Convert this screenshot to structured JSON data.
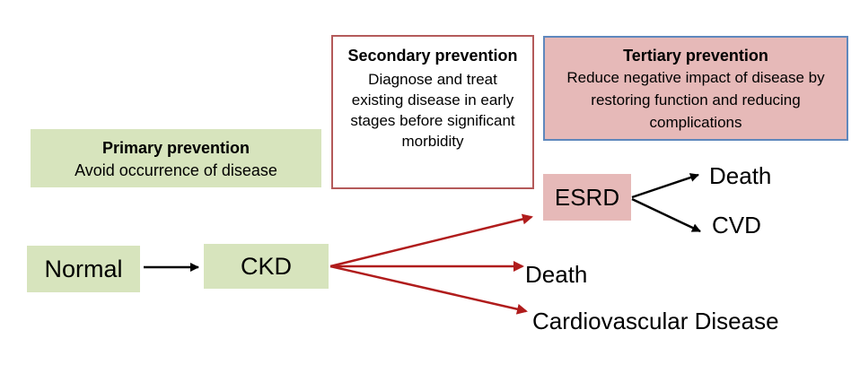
{
  "primary": {
    "title": "Primary prevention",
    "body": "Avoid occurrence of disease"
  },
  "secondary": {
    "title": "Secondary prevention",
    "body": "Diagnose and treat existing disease in early stages before significant morbidity"
  },
  "tertiary": {
    "title": "Tertiary prevention",
    "body": "Reduce negative impact of disease by restoring function and reducing complications"
  },
  "nodes": {
    "normal": "Normal",
    "ckd": "CKD",
    "esrd": "ESRD"
  },
  "outcomes": {
    "death_from_esrd": "Death",
    "cvd_from_esrd": "CVD",
    "death_from_ckd": "Death",
    "cvd_from_ckd": "Cardiovascular Disease"
  },
  "colors": {
    "primary_fill": "#d7e4bd",
    "tertiary_fill": "#e6b9b8",
    "secondary_border": "#b45a5a",
    "tertiary_border": "#5f88bd",
    "red_arrow": "#b01c1c",
    "black_arrow": "#000000"
  }
}
